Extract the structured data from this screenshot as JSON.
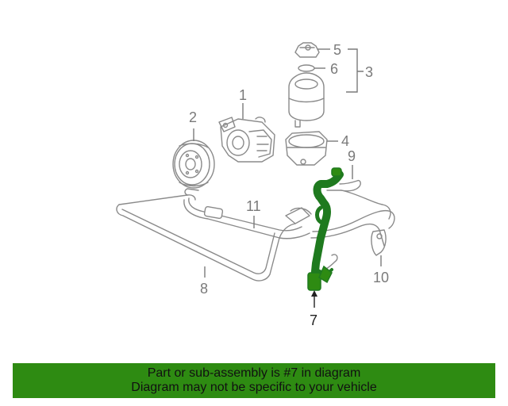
{
  "callouts": {
    "c1": "1",
    "c2": "2",
    "c3": "3",
    "c4": "4",
    "c5": "5",
    "c6": "6",
    "c7": "7",
    "c8": "8",
    "c9": "9",
    "c10": "10",
    "c11": "11"
  },
  "banner": {
    "line1": "Part or sub-assembly is #7 in diagram",
    "line2": "Diagram may not be specific to your vehicle"
  },
  "colors": {
    "highlight": "#2e8b12",
    "line_art": "#8a8a8a"
  }
}
